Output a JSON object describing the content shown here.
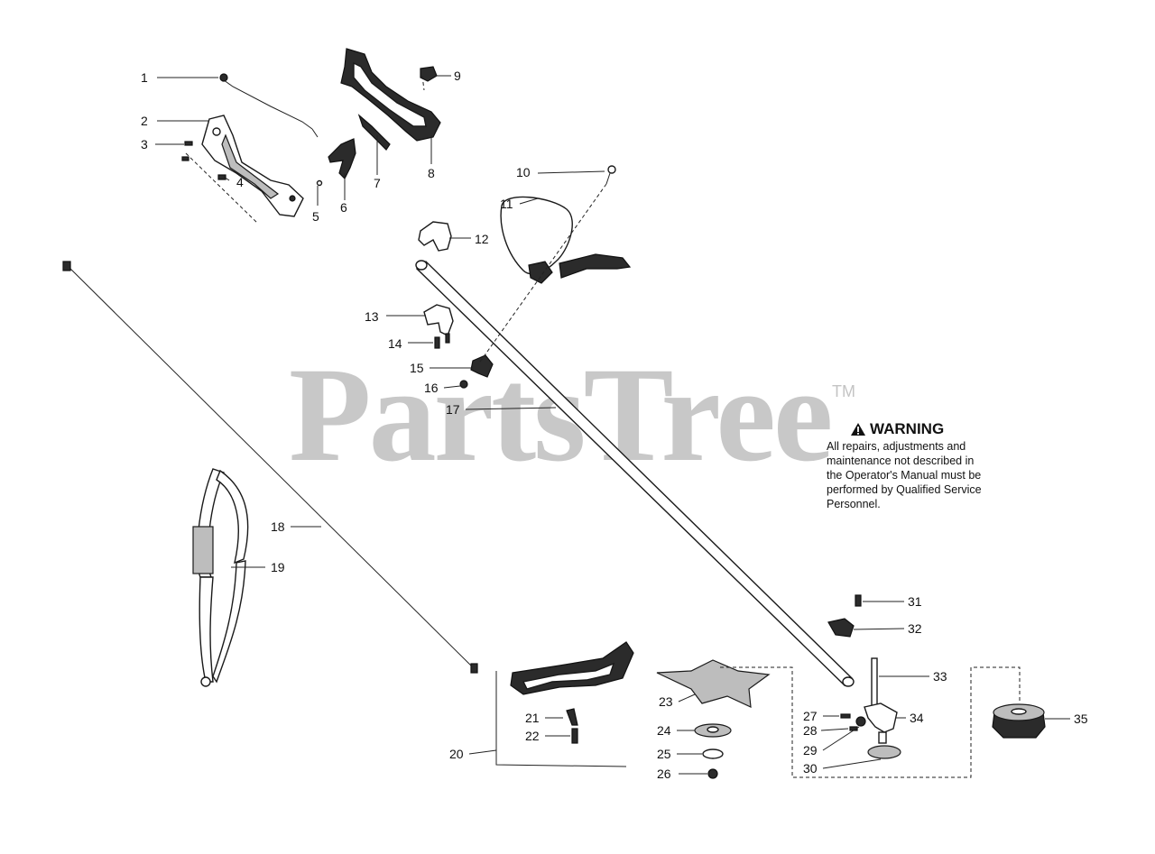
{
  "watermark": {
    "brand": "PartsTree",
    "trademark": "TM"
  },
  "warning": {
    "title": "WARNING",
    "lines": [
      "All repairs, adjustments and",
      "maintenance not described in",
      "the Operator's Manual must be",
      "performed by Qualified Service",
      "Personnel."
    ]
  },
  "callouts": {
    "c1": "1",
    "c2": "2",
    "c3": "3",
    "c4": "4",
    "c5": "5",
    "c6": "6",
    "c7": "7",
    "c8": "8",
    "c9": "9",
    "c10": "10",
    "c11": "11",
    "c12": "12",
    "c13": "13",
    "c14": "14",
    "c15": "15",
    "c16": "16",
    "c17": "17",
    "c18": "18",
    "c19": "19",
    "c20": "20",
    "c21": "21",
    "c22": "22",
    "c23": "23",
    "c24": "24",
    "c25": "25",
    "c26": "26",
    "c27": "27",
    "c28": "28",
    "c29": "29",
    "c30": "30",
    "c31": "31",
    "c32": "32",
    "c33": "33",
    "c34": "34",
    "c35": "35"
  },
  "colors": {
    "line": "#222222",
    "watermark": "#c8c8c8",
    "ink": "#111111"
  }
}
